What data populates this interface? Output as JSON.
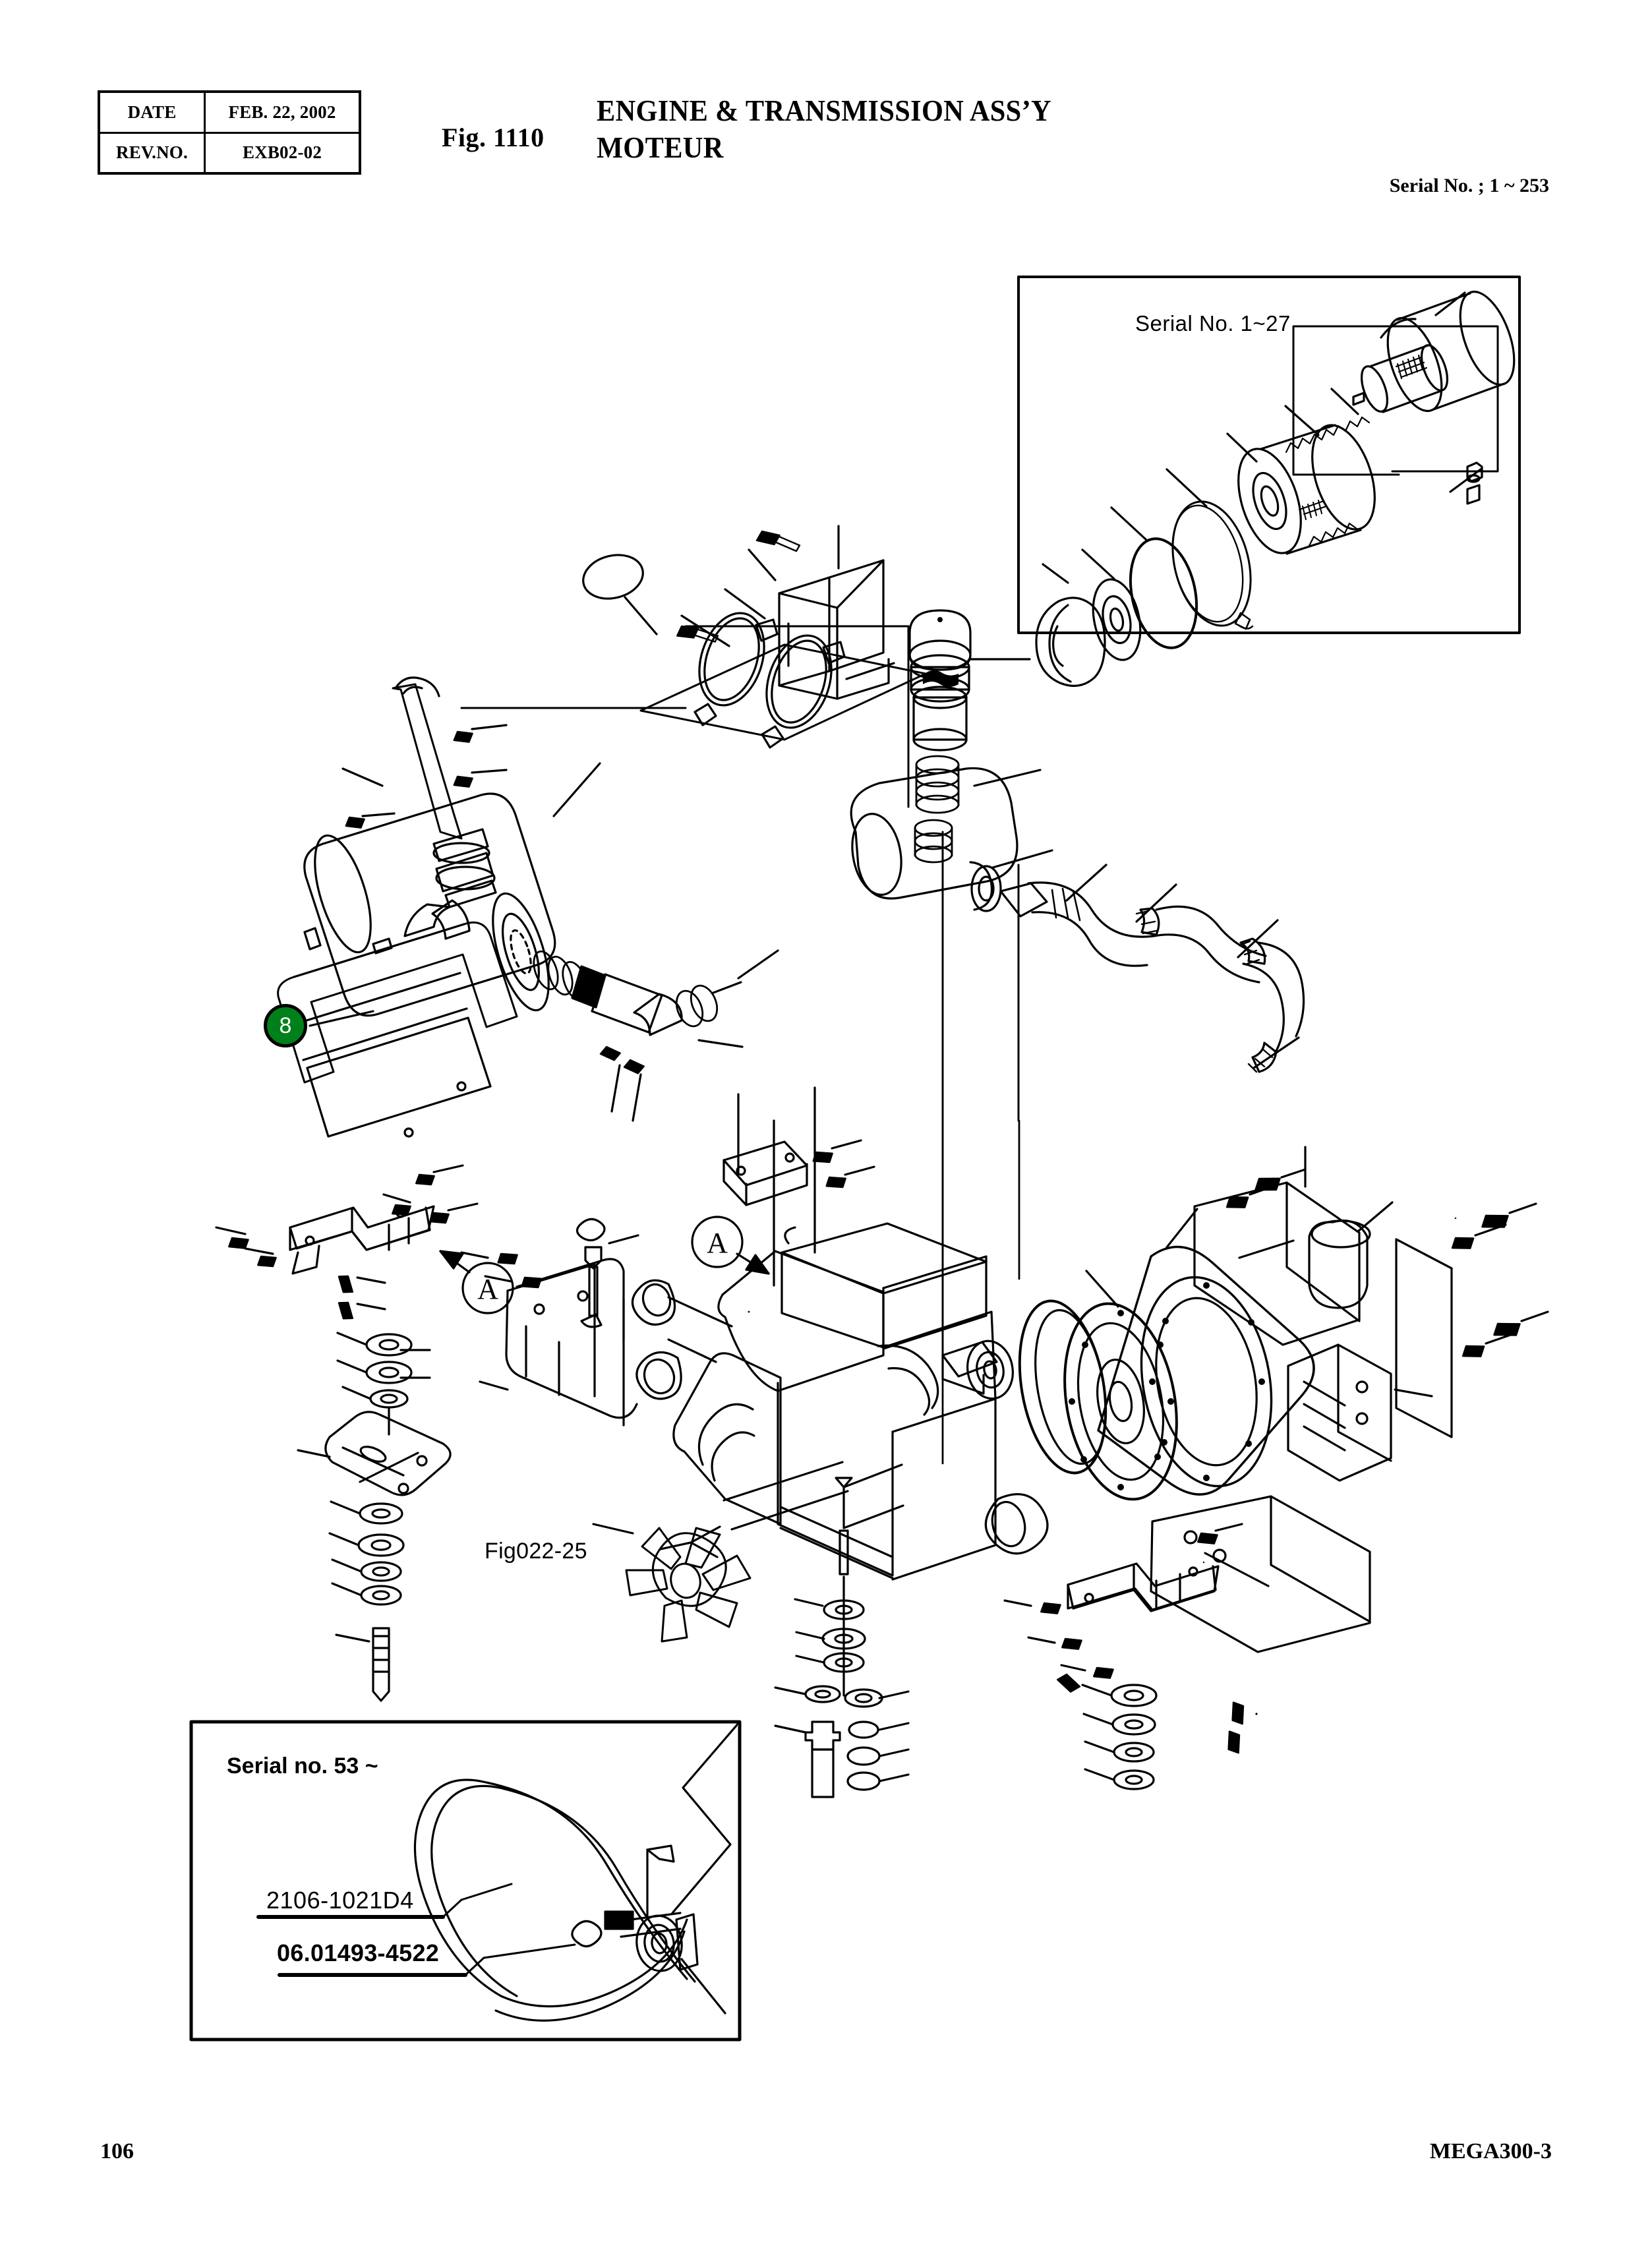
{
  "header": {
    "table": {
      "rows": [
        {
          "key": "DATE",
          "value": "FEB. 22, 2002"
        },
        {
          "key": "REV.NO.",
          "value": "EXB02-02"
        }
      ]
    },
    "figure_number": "Fig. 1110",
    "title_en": "ENGINE & TRANSMISSION ASS’Y",
    "title_fr": "MOTEUR",
    "serial_note": "Serial No. ; 1 ~ 253"
  },
  "diagram": {
    "inset_top_right": {
      "label": "Serial No. 1~27"
    },
    "inset_bottom_left": {
      "label": "Serial no. 53 ~",
      "part_numbers": [
        "2106-1021D4",
        "06.01493-4522"
      ]
    },
    "figure_reference": "Fig022-25",
    "section_markers": [
      "A",
      "A"
    ],
    "callouts": [
      {
        "number": "8",
        "color": "#00801a"
      }
    ]
  },
  "footer": {
    "page_number": "106",
    "model": "MEGA300-3"
  }
}
